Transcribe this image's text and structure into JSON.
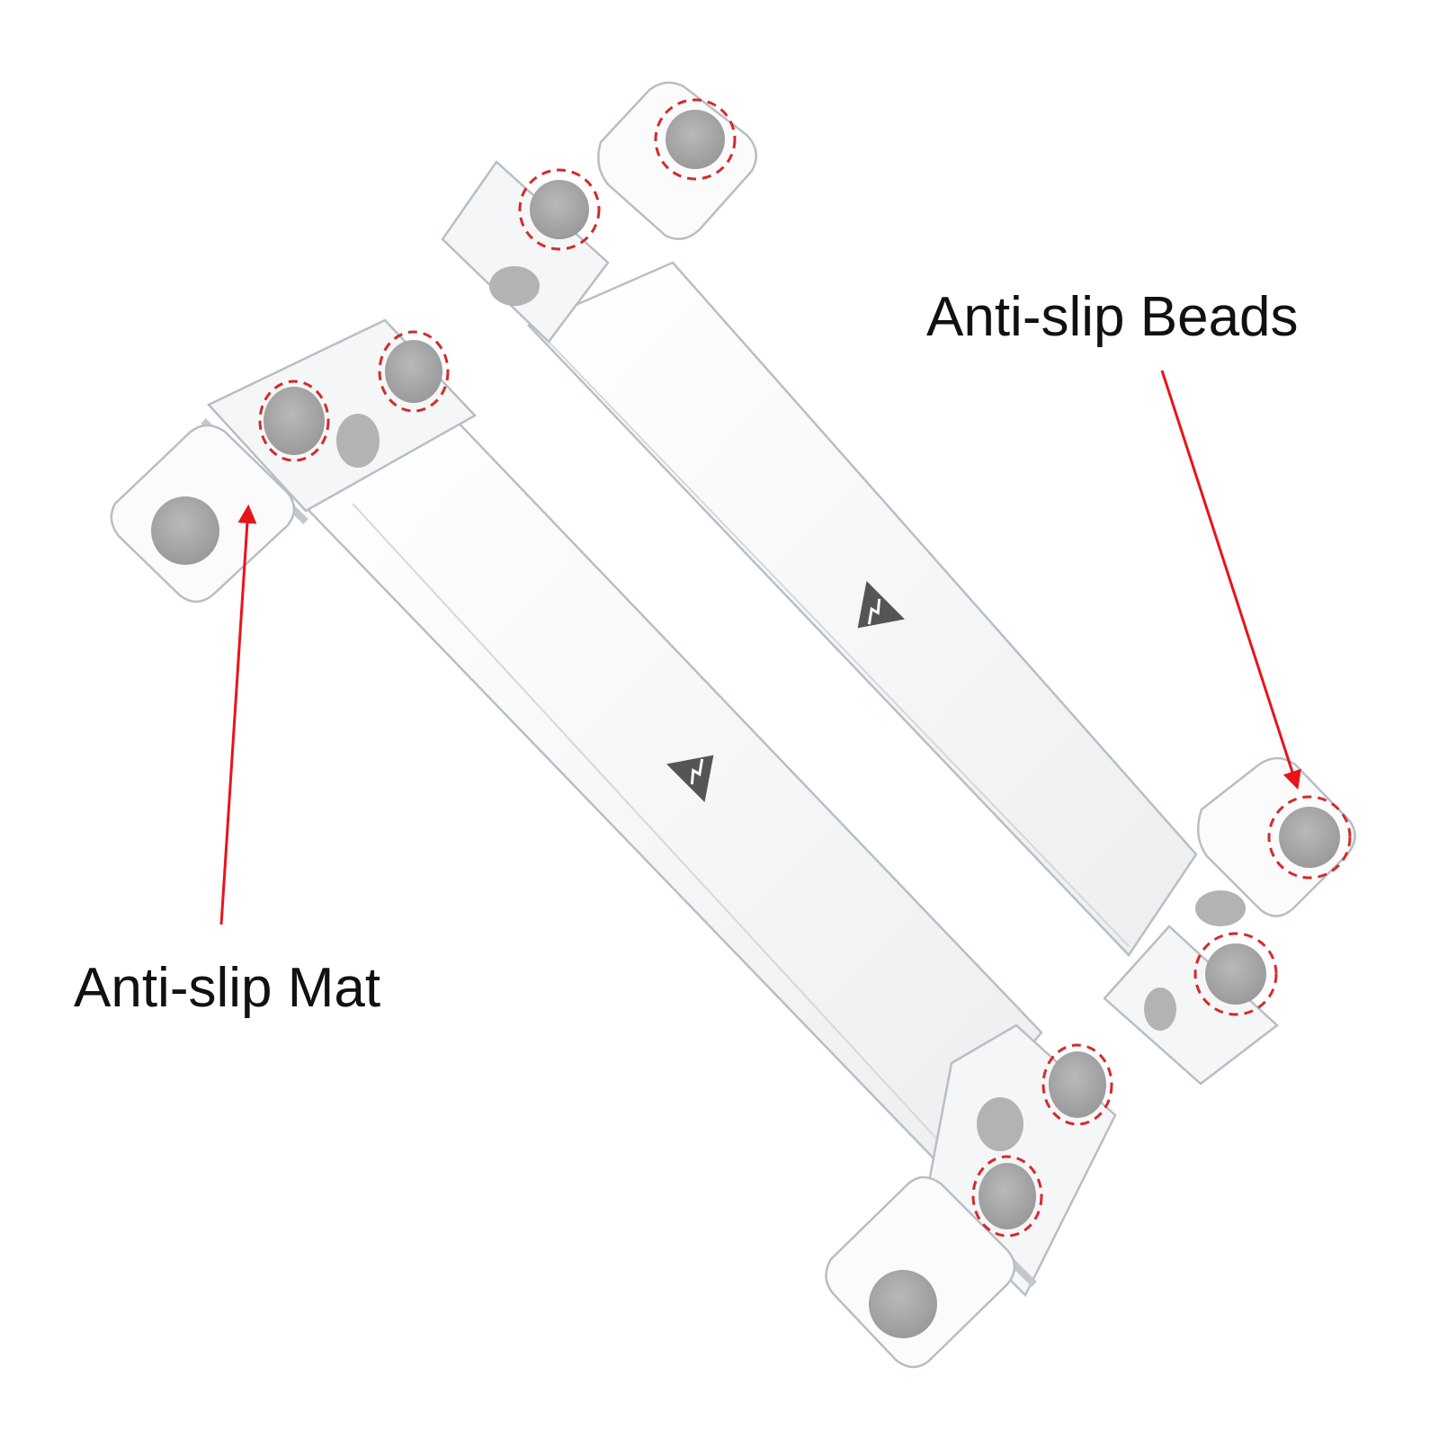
{
  "callouts": {
    "beads": "Anti-slip Beads",
    "mat": "Anti-slip Mat"
  },
  "colors": {
    "background": "#ffffff",
    "arrow": "#e8141b",
    "dashed_circle": "#d42a2a",
    "acrylic_edge": "#b9bec4",
    "rubber_pad": "#a9a9a9",
    "logo_mark": "#555555",
    "text": "#111111"
  },
  "objects": [
    "acrylic-bracket-left",
    "acrylic-bracket-right"
  ],
  "icons": [
    "red-arrow-icon",
    "dashed-circle-highlight-icon",
    "brand-triangle-logo-icon"
  ]
}
